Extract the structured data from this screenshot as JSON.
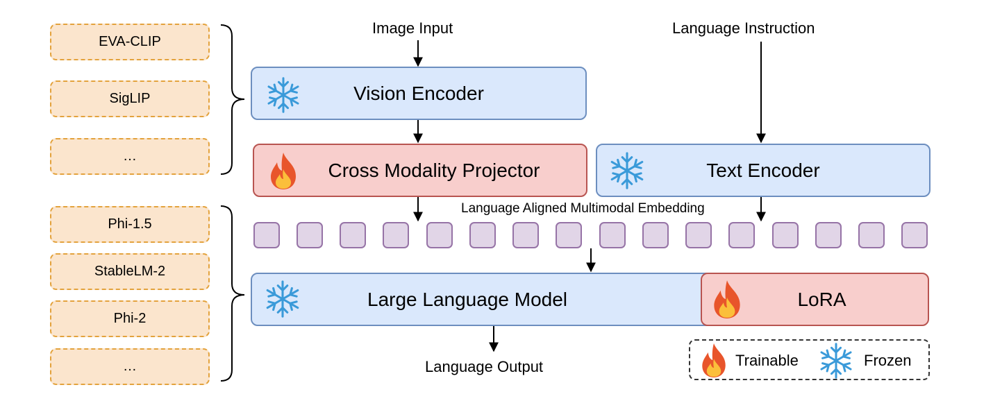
{
  "vision_options": [
    "EVA-CLIP",
    "SigLIP",
    "…"
  ],
  "llm_options": [
    "Phi-1.5",
    "StableLM-2",
    "Phi-2",
    "…"
  ],
  "labels": {
    "image_input": "Image Input",
    "language_instruction": "Language Instruction",
    "vision_encoder": "Vision Encoder",
    "cross_modality_projector": "Cross Modality Projector",
    "text_encoder": "Text Encoder",
    "embedding": "Language Aligned Multimodal Embedding",
    "large_language_model": "Large Language Model",
    "lora": "LoRA",
    "language_output": "Language Output"
  },
  "legend": {
    "trainable": "Trainable",
    "frozen": "Frozen"
  },
  "icons": {
    "frozen": "snowflake-icon",
    "trainable": "flame-icon"
  },
  "colors": {
    "frozen_block": "#dae8fc",
    "trainable_block": "#f8cecc",
    "option_box": "#fbe5cd",
    "token": "#e1d5e7",
    "snowflake": "#3a9ad9",
    "flame": "#e8552b"
  },
  "token_count": 16
}
